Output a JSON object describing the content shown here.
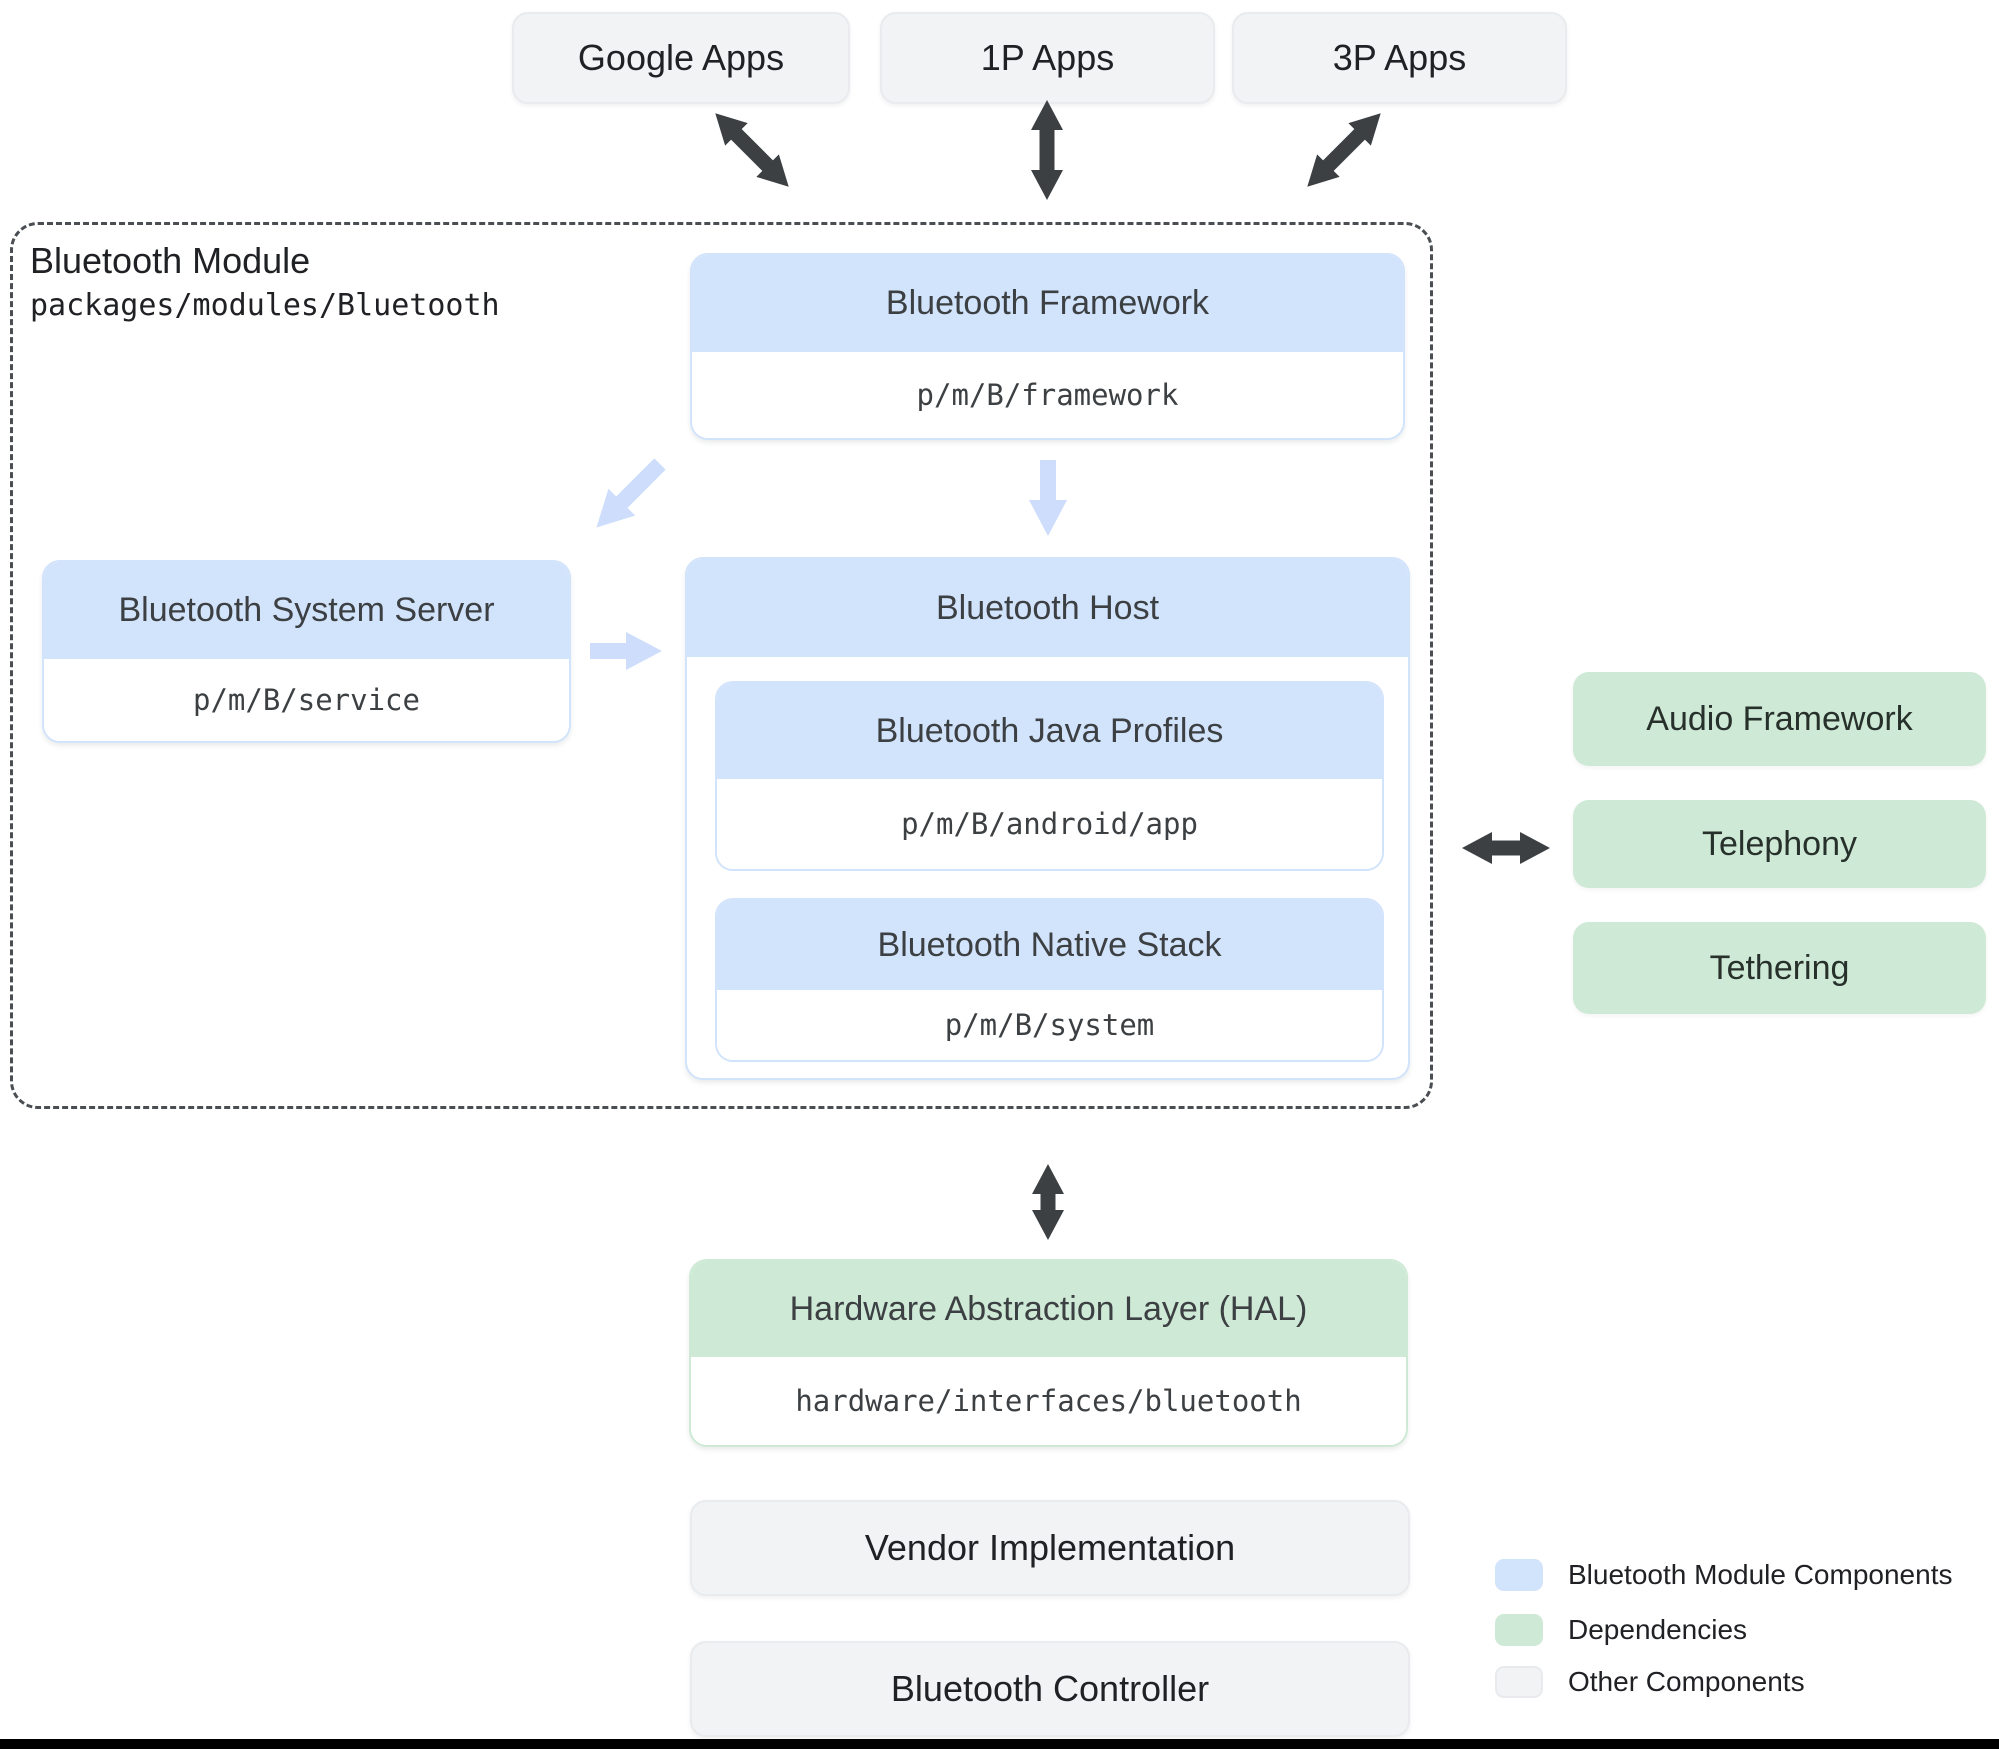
{
  "top_apps": {
    "google": "Google Apps",
    "first_party": "1P Apps",
    "third_party": "3P Apps"
  },
  "module": {
    "title": "Bluetooth Module",
    "path": "packages/modules/Bluetooth",
    "framework": {
      "title": "Bluetooth Framework",
      "path": "p/m/B/framework"
    },
    "system_server": {
      "title": "Bluetooth System Server",
      "path": "p/m/B/service"
    },
    "host": {
      "title": "Bluetooth Host",
      "java_profiles": {
        "title": "Bluetooth Java Profiles",
        "path": "p/m/B/android/app"
      },
      "native_stack": {
        "title": "Bluetooth Native Stack",
        "path": "p/m/B/system"
      }
    }
  },
  "dependencies": {
    "audio": "Audio Framework",
    "telephony": "Telephony",
    "tethering": "Tethering"
  },
  "hal": {
    "title": "Hardware Abstraction Layer (HAL)",
    "path": "hardware/interfaces/bluetooth"
  },
  "vendor": {
    "title": "Vendor Implementation"
  },
  "controller": {
    "title": "Bluetooth Controller"
  },
  "legend": {
    "items": [
      {
        "label": "Bluetooth Module Components",
        "color": "#d2e3fc"
      },
      {
        "label": "Dependencies",
        "color": "#ceead6"
      },
      {
        "label": "Other Components",
        "color": "#f1f3f4"
      }
    ]
  },
  "colors": {
    "module_component": "#d2e3fc",
    "dependency": "#ceead6",
    "other_component": "#f1f3f4",
    "dark_arrow": "#3c4043",
    "light_arrow": "#cdddfb"
  }
}
